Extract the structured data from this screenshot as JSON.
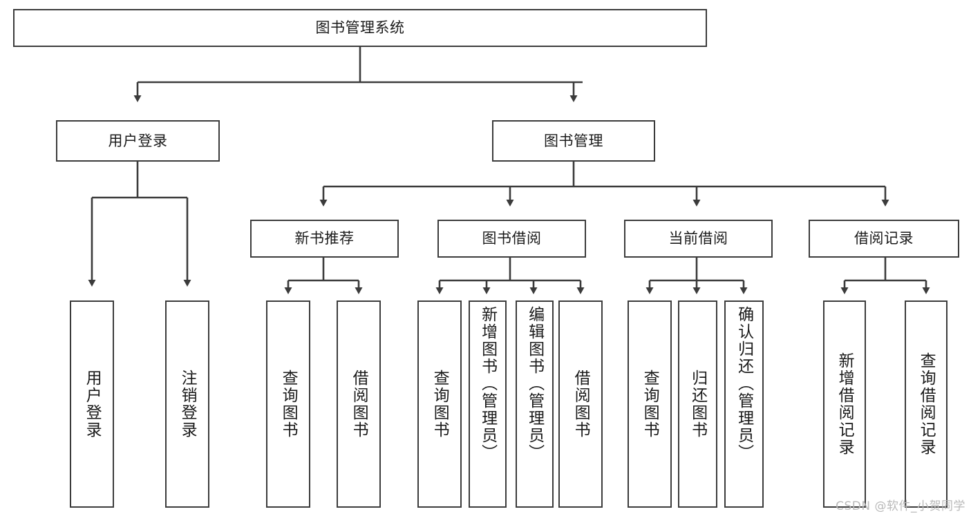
{
  "diagram": {
    "title": "图书管理系统",
    "type": "hierarchy-tree",
    "colors": {
      "box_stroke": "#3b3b3b",
      "box_fill": "#ffffff",
      "edge_stroke": "#3b3b3b",
      "text": "#1a1a1a",
      "watermark": "#b9b9b9"
    },
    "root": {
      "label": "图书管理系统"
    },
    "level2": [
      {
        "label": "用户登录"
      },
      {
        "label": "图书管理"
      }
    ],
    "level3": [
      {
        "label": "新书推荐"
      },
      {
        "label": "图书借阅"
      },
      {
        "label": "当前借阅"
      },
      {
        "label": "借阅记录"
      }
    ],
    "leaves_user_login": [
      {
        "label": "用户登录"
      },
      {
        "label": "注销登录"
      }
    ],
    "leaves_new_book": [
      {
        "label": "查询图书"
      },
      {
        "label": "借阅图书"
      }
    ],
    "leaves_borrow": [
      {
        "label": "查询图书"
      },
      {
        "label": "新增图书（管理员）"
      },
      {
        "label": "编辑图书（管理员）"
      },
      {
        "label": "借阅图书"
      }
    ],
    "leaves_current": [
      {
        "label": "查询图书"
      },
      {
        "label": "归还图书"
      },
      {
        "label": "确认归还（管理员）"
      }
    ],
    "leaves_records": [
      {
        "label": "新增借阅记录"
      },
      {
        "label": "查询借阅记录"
      }
    ]
  },
  "watermark": {
    "text": "CSDN @软件_小贺同学"
  }
}
